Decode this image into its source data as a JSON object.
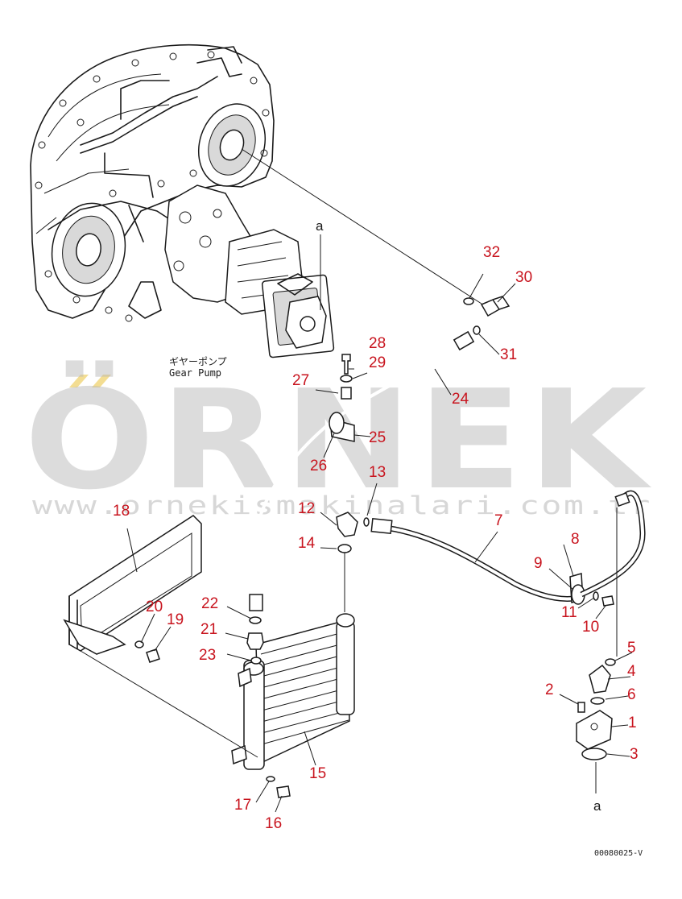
{
  "watermark": {
    "brand": "ÖRNEK",
    "url": "www.ornekismakinalari.com.tr",
    "accent_color": "#f3dd92"
  },
  "labels": {
    "gear_pump_jp": "ギヤーポンプ",
    "gear_pump_en": "Gear Pump",
    "ref_a_top": "a",
    "ref_a_bottom": "a",
    "drawing_code": "00080025-V"
  },
  "callout_color": "#c8141e",
  "callouts": [
    {
      "id": "1",
      "text": "1"
    },
    {
      "id": "2",
      "text": "2"
    },
    {
      "id": "3",
      "text": "3"
    },
    {
      "id": "4",
      "text": "4"
    },
    {
      "id": "5",
      "text": "5"
    },
    {
      "id": "6",
      "text": "6"
    },
    {
      "id": "7",
      "text": "7"
    },
    {
      "id": "8",
      "text": "8"
    },
    {
      "id": "9",
      "text": "9"
    },
    {
      "id": "10",
      "text": "10"
    },
    {
      "id": "11",
      "text": "11"
    },
    {
      "id": "12",
      "text": "12"
    },
    {
      "id": "13",
      "text": "13"
    },
    {
      "id": "14",
      "text": "14"
    },
    {
      "id": "15",
      "text": "15"
    },
    {
      "id": "16",
      "text": "16"
    },
    {
      "id": "17",
      "text": "17"
    },
    {
      "id": "18",
      "text": "18"
    },
    {
      "id": "19",
      "text": "19"
    },
    {
      "id": "20",
      "text": "20"
    },
    {
      "id": "21",
      "text": "21"
    },
    {
      "id": "22",
      "text": "22"
    },
    {
      "id": "23",
      "text": "23"
    },
    {
      "id": "24",
      "text": "24"
    },
    {
      "id": "25",
      "text": "25"
    },
    {
      "id": "26",
      "text": "26"
    },
    {
      "id": "27",
      "text": "27"
    },
    {
      "id": "28",
      "text": "28"
    },
    {
      "id": "29",
      "text": "29"
    },
    {
      "id": "30",
      "text": "30"
    },
    {
      "id": "31",
      "text": "31"
    },
    {
      "id": "32",
      "text": "32"
    }
  ]
}
